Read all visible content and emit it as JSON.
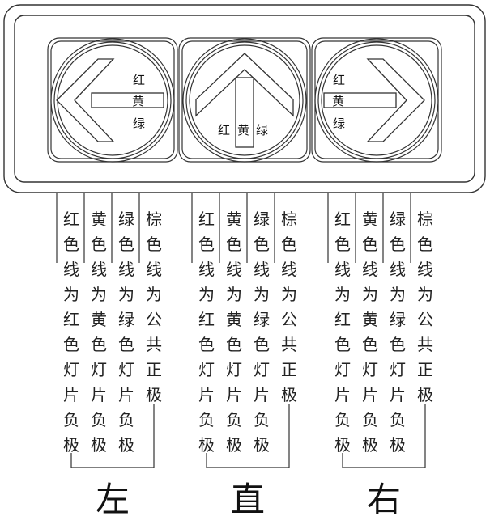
{
  "lamp_labels": {
    "red": "红",
    "yellow": "黄",
    "green": "绿"
  },
  "wire_columns": [
    "红色线为红色灯片负极",
    "黄色线为黄色灯片负极",
    "绿色线为绿色灯片负极",
    "棕色线为公共正极"
  ],
  "groups": [
    {
      "label": "左",
      "arrow": "left"
    },
    {
      "label": "直",
      "arrow": "up"
    },
    {
      "label": "右",
      "arrow": "right"
    }
  ]
}
